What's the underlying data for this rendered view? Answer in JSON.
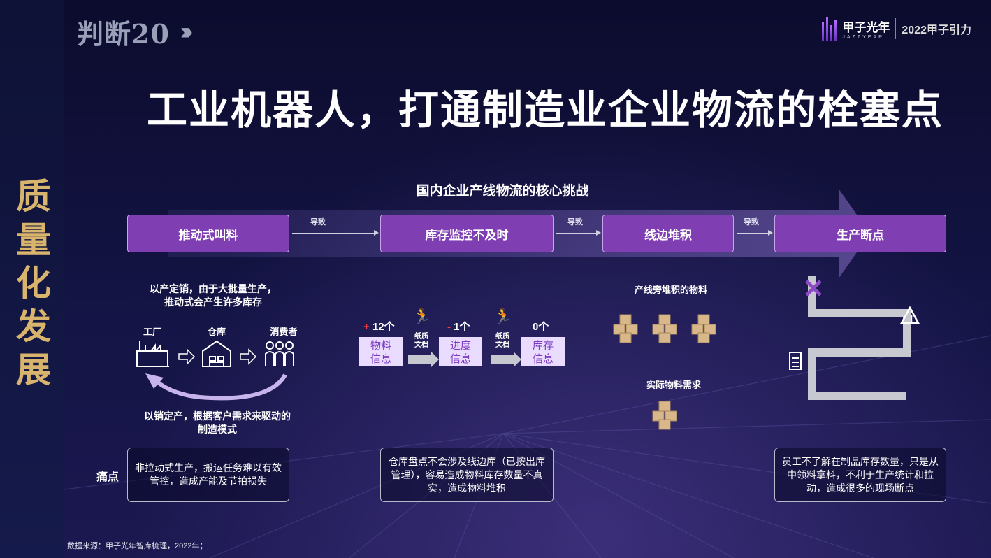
{
  "header": {
    "tag": "判断20",
    "logo_name": "甲子光年",
    "logo_sub": "JAZZYEAR",
    "logo_event": "2022甲子引力"
  },
  "side_title": [
    "质",
    "量",
    "化",
    "发",
    "展"
  ],
  "headline": "工业机器人，打通制造业企业物流的栓塞点",
  "flow": {
    "title": "国内企业产线物流的核心挑战",
    "stages": [
      "推动式叫料",
      "库存监控不及时",
      "线边堆积",
      "生产断点"
    ],
    "connector": "导致"
  },
  "push": {
    "top_text": [
      "以产定销，由于大批量生产，",
      "推动式会产生许多库存"
    ],
    "nodes": [
      "工厂",
      "仓库",
      "消费者"
    ],
    "bottom_text": [
      "以销定产，根据客户需求来驱动的",
      "制造模式"
    ]
  },
  "inventory": {
    "items": [
      {
        "count": "12个",
        "sign": "+",
        "sign_color": "#ff3b3b",
        "label": [
          "物料",
          "信息"
        ]
      },
      {
        "count": "1个",
        "sign": "-",
        "sign_color": "#ff3b3b",
        "label": [
          "进度",
          "信息"
        ]
      },
      {
        "count": "0个",
        "sign": "",
        "sign_color": "#ffffff",
        "label": [
          "库存",
          "信息"
        ]
      }
    ],
    "doc_label": [
      "纸质",
      "文档"
    ]
  },
  "lineside": {
    "stacked_label": "产线旁堆积的物料",
    "actual_label": "实际物料需求"
  },
  "pain": {
    "label": "痛点",
    "items": [
      "非拉动式生产，搬运任务难以有效管控，造成产能及节拍损失",
      "仓库盘点不会涉及线边库（已按出库管理），容易造成物料库存数量不真实，造成物料堆积",
      "员工不了解在制品库存数量，只是从中领料拿料，不利于生产统计和拉动，造成很多的现场断点"
    ]
  },
  "colors": {
    "accent": "#7f3fb2",
    "gold": "#d9b46c",
    "box_fill": "#e9dcff"
  },
  "source": "数据来源：甲子光年智库梳理，2022年；"
}
